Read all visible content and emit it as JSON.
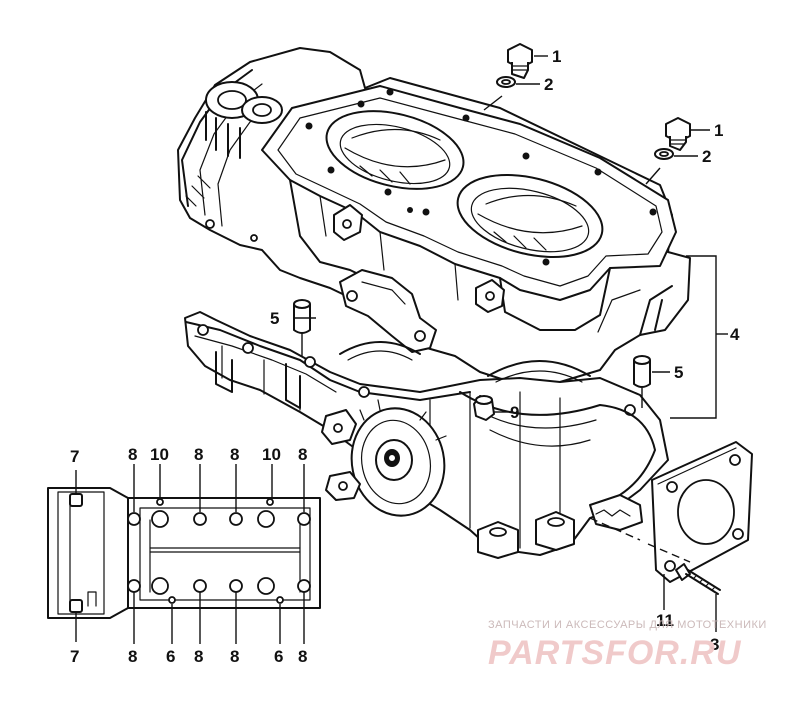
{
  "callouts": {
    "c1a": "1",
    "c2a": "2",
    "c1b": "1",
    "c2b": "2",
    "c4": "4",
    "c5a": "5",
    "c5b": "5",
    "c9": "9",
    "c11": "11",
    "c3": "3",
    "top_row": [
      "7",
      "8",
      "10",
      "8",
      "8",
      "10",
      "8"
    ],
    "bottom_row": [
      "7",
      "8",
      "6",
      "8",
      "8",
      "6",
      "8"
    ]
  },
  "watermark": {
    "tagline": "ЗАПЧАСТИ И АКСЕССУАРЫ ДЛЯ МОТОТЕХНИКИ",
    "brand": "PARTSFOR.RU",
    "colors": {
      "tagline": "#c9b6b6",
      "brand": "#f0c8c8"
    }
  },
  "colors": {
    "ink": "#111111",
    "paper": "#ffffff"
  }
}
